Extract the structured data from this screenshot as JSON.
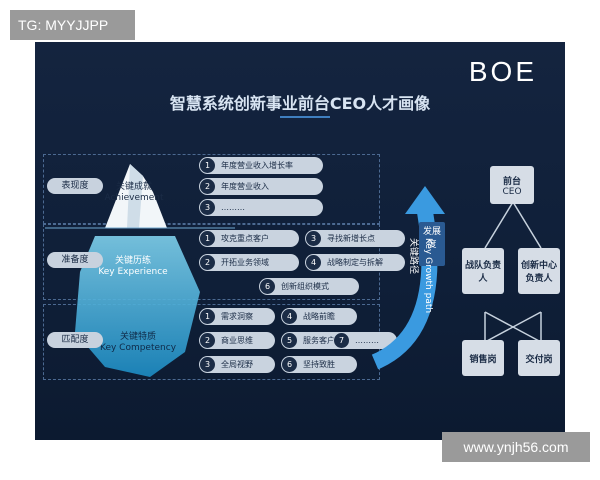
{
  "watermark": {
    "tag": "TG: MYYJJPP",
    "url": "www.ynjh56.com"
  },
  "slide": {
    "logo": "BOE",
    "title": "智慧系统创新事业前台CEO人才画像",
    "stages": [
      "表现度",
      "准备度",
      "匹配度"
    ],
    "iceberg": {
      "achievement": [
        "关键成就",
        "Achievement"
      ],
      "experience": [
        "关键历练",
        "Key Experience"
      ],
      "competency": [
        "关键特质",
        "Key Competency"
      ]
    },
    "achievement_items": [
      {
        "num": "1",
        "label": "年度营业收入增长率"
      },
      {
        "num": "2",
        "label": "年度营业收入"
      },
      {
        "num": "3",
        "label": "………"
      }
    ],
    "experience_items": [
      {
        "num": "1",
        "label": "攻克重点客户"
      },
      {
        "num": "2",
        "label": "开拓业务领域"
      },
      {
        "num": "3",
        "label": "寻找新增长点"
      },
      {
        "num": "4",
        "label": "战略制定与拆解"
      },
      {
        "num": "6",
        "label": "创新组织模式"
      }
    ],
    "competency_items": [
      {
        "num": "1",
        "label": "需求洞察"
      },
      {
        "num": "2",
        "label": "商业思维"
      },
      {
        "num": "3",
        "label": "全局视野"
      },
      {
        "num": "4",
        "label": "战略前瞻"
      },
      {
        "num": "5",
        "label": "服务客户"
      },
      {
        "num": "6",
        "label": "坚持致胜"
      },
      {
        "num": "7",
        "label": "………"
      }
    ],
    "growth": {
      "dev_label": "发展度",
      "path_en": "Key Growth path",
      "path_cn": "关键路径"
    },
    "org": {
      "top": [
        "前台",
        "CEO"
      ],
      "left": "战队负责人",
      "right": "创新中心负责人",
      "bottom_left": "销售岗",
      "bottom_right": "交付岗"
    }
  }
}
